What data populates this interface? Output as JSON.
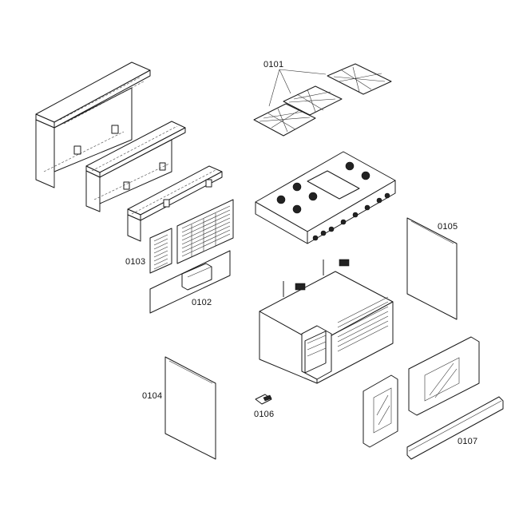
{
  "diagram": {
    "type": "exploded-parts-diagram",
    "subject": "Range assembly (cooktop, oven cavity, panels, doors)",
    "background": "#ffffff",
    "line_color": "#1a1a1a"
  },
  "parts": [
    {
      "id": "0101",
      "label": "0101",
      "description": "burner grates (3)"
    },
    {
      "id": "0102",
      "label": "0102",
      "description": "lower back panel"
    },
    {
      "id": "0103",
      "label": "0103",
      "description": "vented back panel"
    },
    {
      "id": "0104",
      "label": "0104",
      "description": "left side panel"
    },
    {
      "id": "0105",
      "label": "0105",
      "description": "right side panel"
    },
    {
      "id": "0106",
      "label": "0106",
      "description": "bracket/clip"
    },
    {
      "id": "0107",
      "label": "0107",
      "description": "kick panel / toe strip"
    }
  ]
}
